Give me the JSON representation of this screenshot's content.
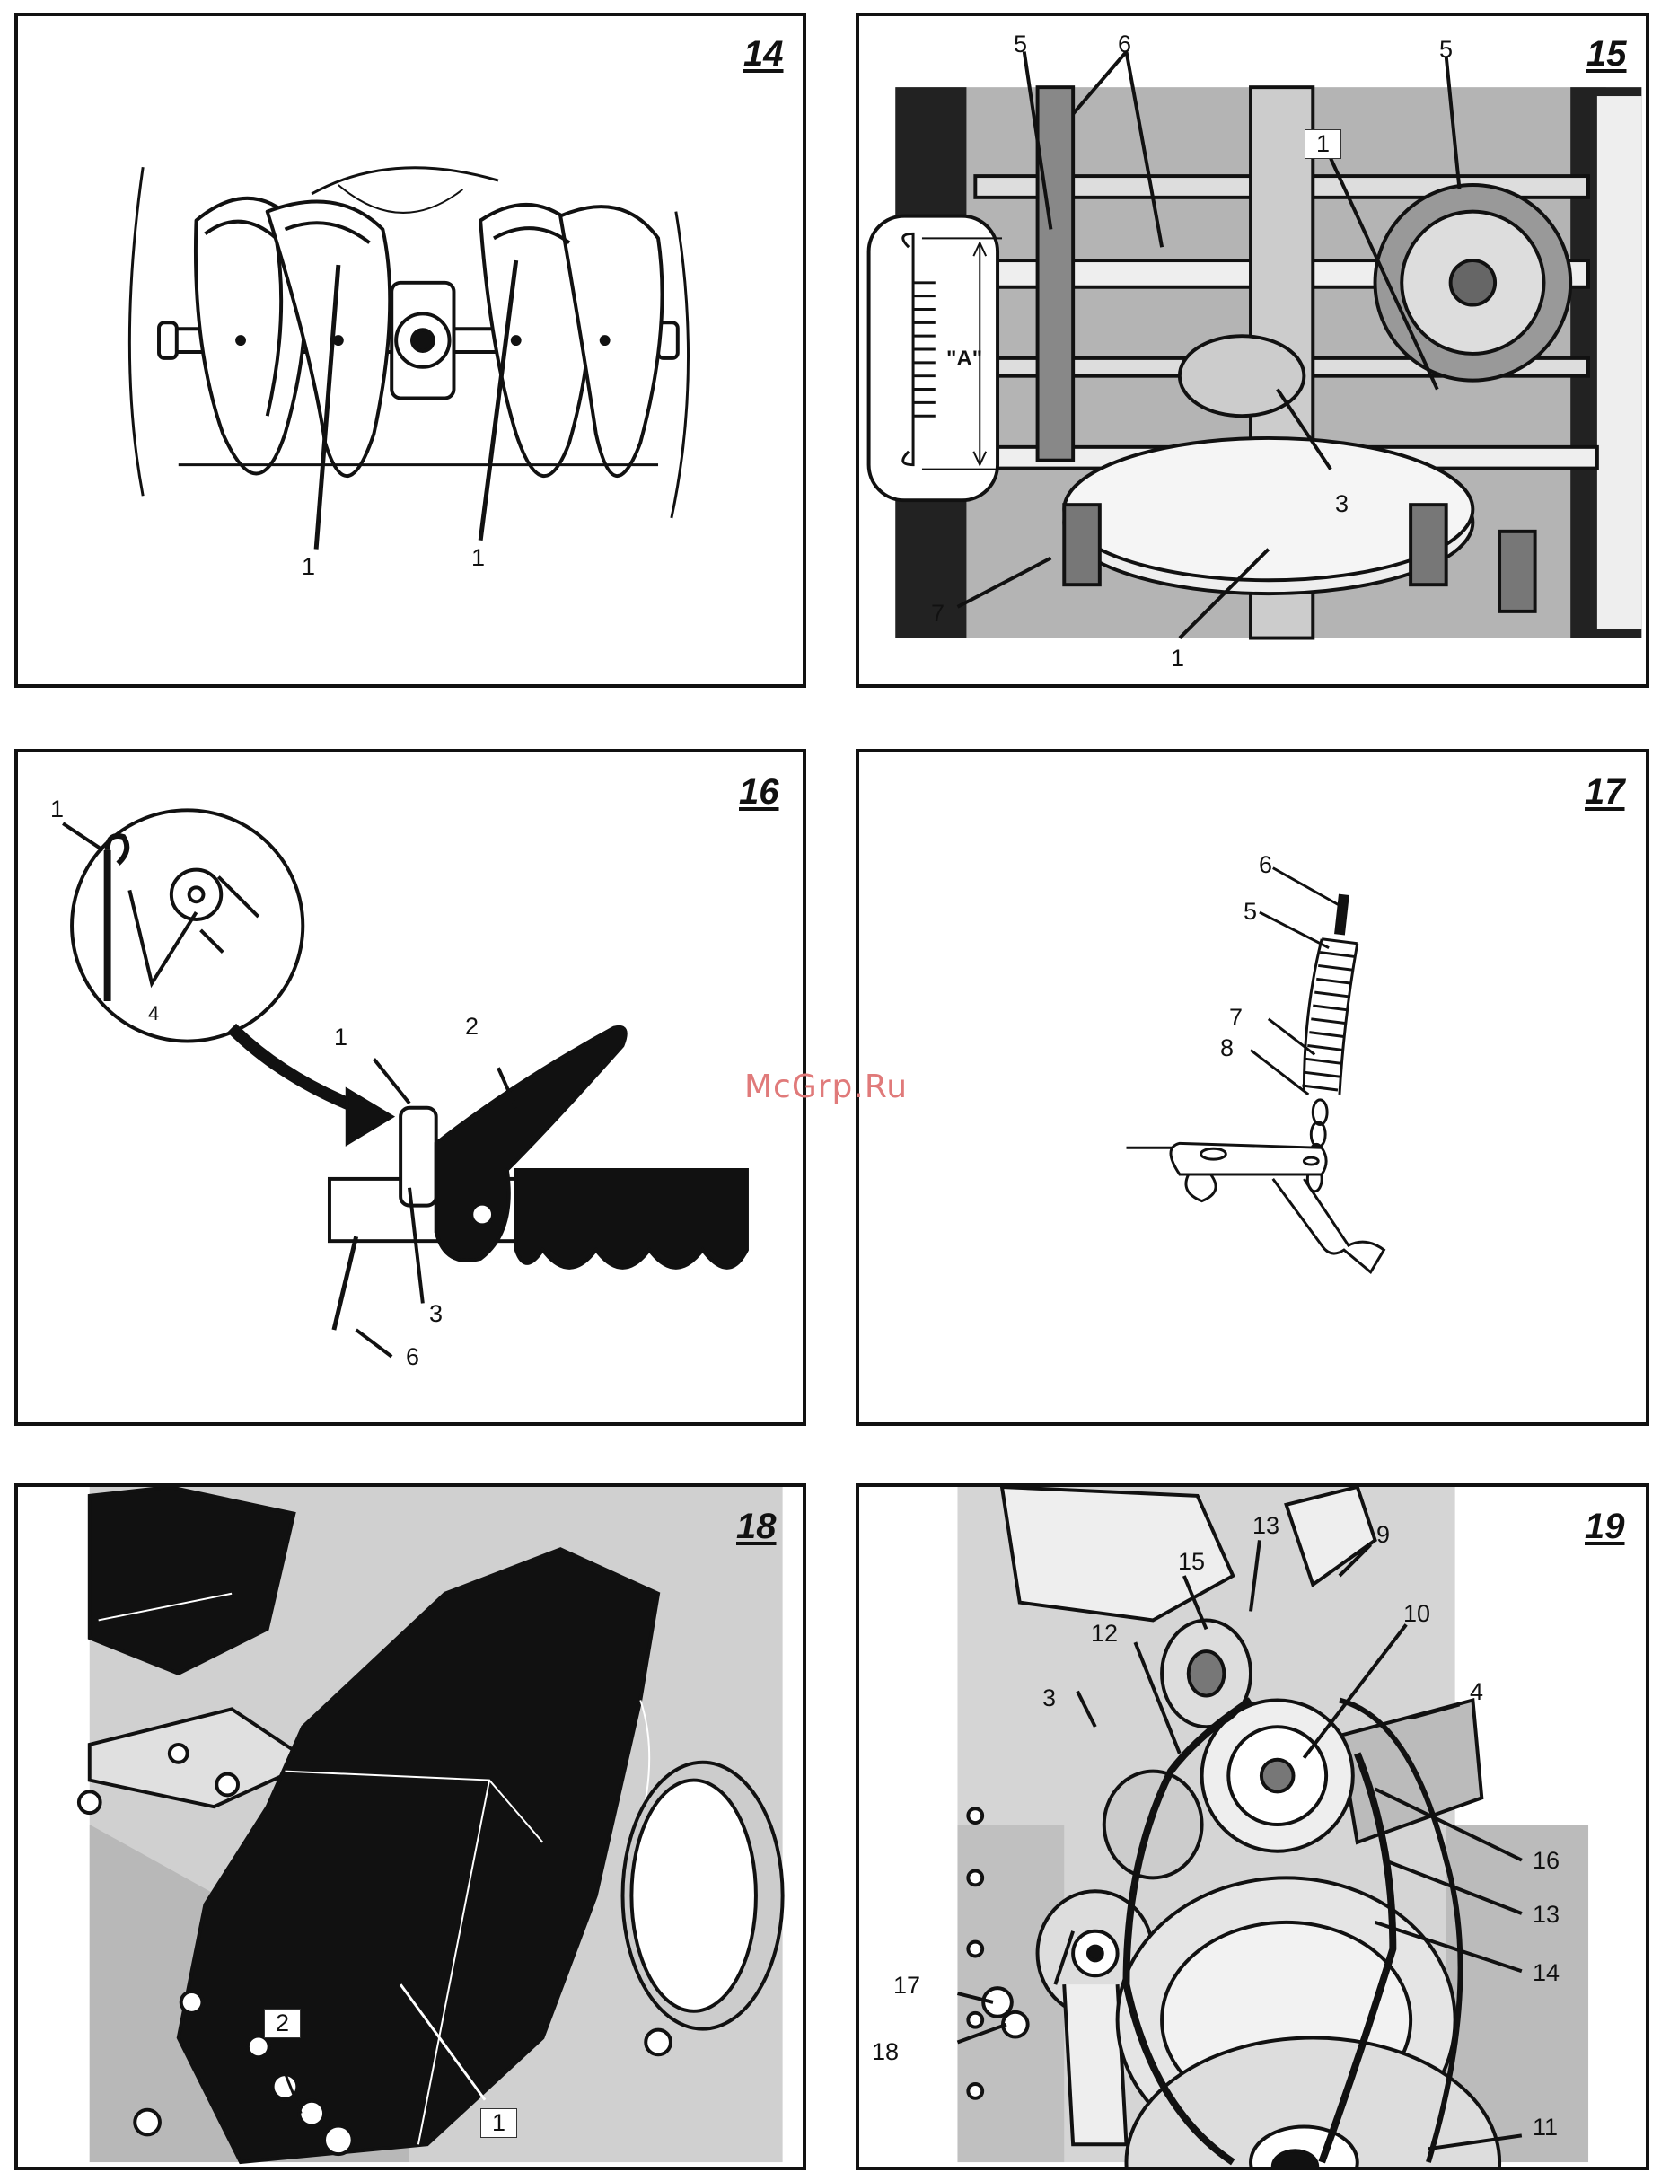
{
  "watermark": "McGrp.Ru",
  "figures": [
    {
      "number": "14",
      "labels": [
        "1",
        "1"
      ]
    },
    {
      "number": "15",
      "labels": [
        "5",
        "6",
        "5",
        "1",
        "\"A\"",
        "3",
        "7",
        "1"
      ]
    },
    {
      "number": "16",
      "labels": [
        "1",
        "4",
        "1",
        "2",
        "3",
        "6"
      ]
    },
    {
      "number": "17",
      "labels": [
        "6",
        "5",
        "7",
        "8"
      ]
    },
    {
      "number": "18",
      "labels": [
        "2",
        "1"
      ]
    },
    {
      "number": "19",
      "labels": [
        "13",
        "15",
        "9",
        "10",
        "12",
        "4",
        "3",
        "16",
        "13",
        "14",
        "17",
        "18",
        "11"
      ]
    }
  ]
}
